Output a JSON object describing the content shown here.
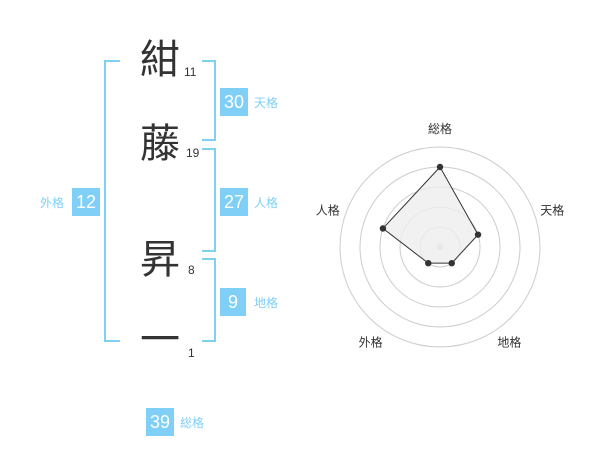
{
  "name": {
    "chars": [
      {
        "char": "紺",
        "strokes": "11"
      },
      {
        "char": "藤",
        "strokes": "19"
      },
      {
        "char": "昇",
        "strokes": "8"
      },
      {
        "char": "一",
        "strokes": "1"
      }
    ]
  },
  "fortune": {
    "tenkaku": {
      "value": "30",
      "label": "天格"
    },
    "jinkaku": {
      "value": "27",
      "label": "人格"
    },
    "chikaku": {
      "value": "9",
      "label": "地格"
    },
    "gaikaku": {
      "value": "12",
      "label": "外格"
    },
    "soukaku": {
      "value": "39",
      "label": "総格"
    }
  },
  "colors": {
    "accent": "#7fcff7",
    "text": "#333333",
    "radar_fill": "#eeeeee",
    "radar_line": "#333333",
    "grid": "#cccccc"
  },
  "chart_data": {
    "type": "radar",
    "axes": [
      "総格",
      "天格",
      "地格",
      "外格",
      "人格"
    ],
    "values": [
      4,
      2,
      1,
      1,
      3
    ],
    "rmax": 5
  }
}
